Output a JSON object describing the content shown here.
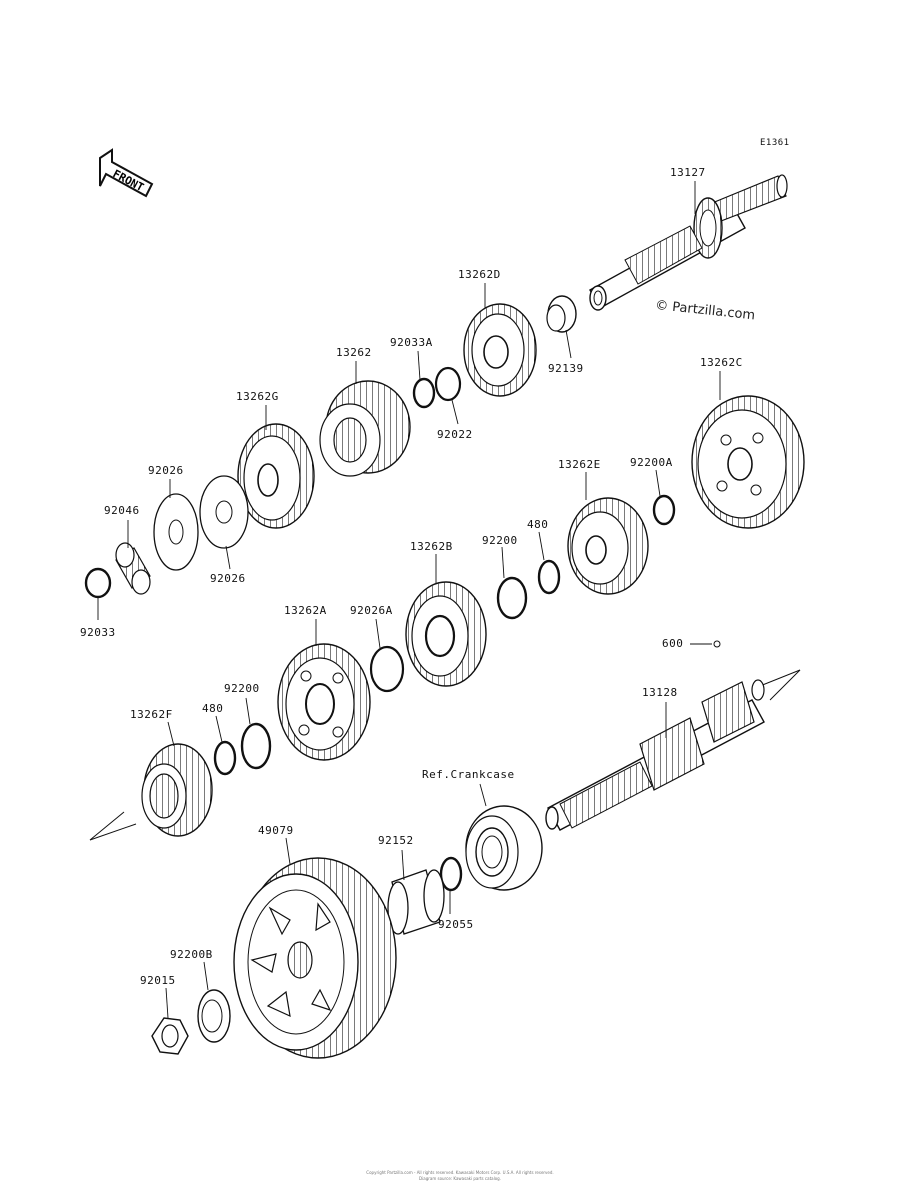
{
  "diagram_code": "E1361",
  "watermark": "© Partzilla.com",
  "front_label": "FRONT",
  "ref_label": "Ref.Crankcase",
  "parts": {
    "p13127": "13127",
    "p13262D": "13262D",
    "p92139": "92139",
    "p13262": "13262",
    "p92033A": "92033A",
    "p92022": "92022",
    "p13262G": "13262G",
    "p13262C": "13262C",
    "p92026a": "92026",
    "p92026b": "92026",
    "p92046": "92046",
    "p92033": "92033",
    "p13262E": "13262E",
    "p92200A": "92200A",
    "p480a": "480",
    "p92200a": "92200",
    "p13262B": "13262B",
    "p13262A": "13262A",
    "p92026A": "92026A",
    "p600": "600",
    "p13128": "13128",
    "p92200b": "92200",
    "p480b": "480",
    "p13262F": "13262F",
    "p49079": "49079",
    "p92152": "92152",
    "p92055": "92055",
    "p92200B": "92200B",
    "p92015": "92015"
  },
  "footer": {
    "line1": "Copyright Partzilla.com - All rights reserved. Kawasaki Motors Corp. U.S.A. All rights reserved.",
    "line2": "Diagram source: Kawasaki parts catalog."
  }
}
